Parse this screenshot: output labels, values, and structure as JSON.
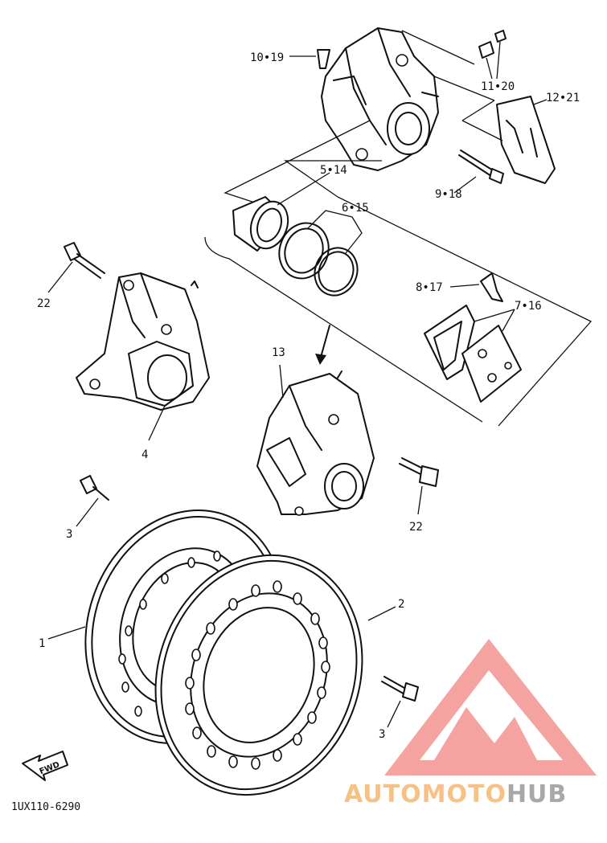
{
  "callouts": {
    "c10_19": "10•19",
    "c11_20": "11•20",
    "c12_21": "12•21",
    "c5_14": "5•14",
    "c9_18": "9•18",
    "c6_15": "6•15",
    "c22a": "22",
    "c8_17": "8•17",
    "c7_16": "7•16",
    "c13": "13",
    "c4": "4",
    "c22b": "22",
    "c3a": "3",
    "c2": "2",
    "c1": "1",
    "c3b": "3"
  },
  "fwd_label": "FWD",
  "diagram_code": "1UX110-6290",
  "watermark": {
    "part1": "AUTOMOTO",
    "part2": "HUB",
    "color_logo": "#f49a96",
    "color_part1": "#f6c186",
    "color_part2": "#a8a8a8"
  }
}
